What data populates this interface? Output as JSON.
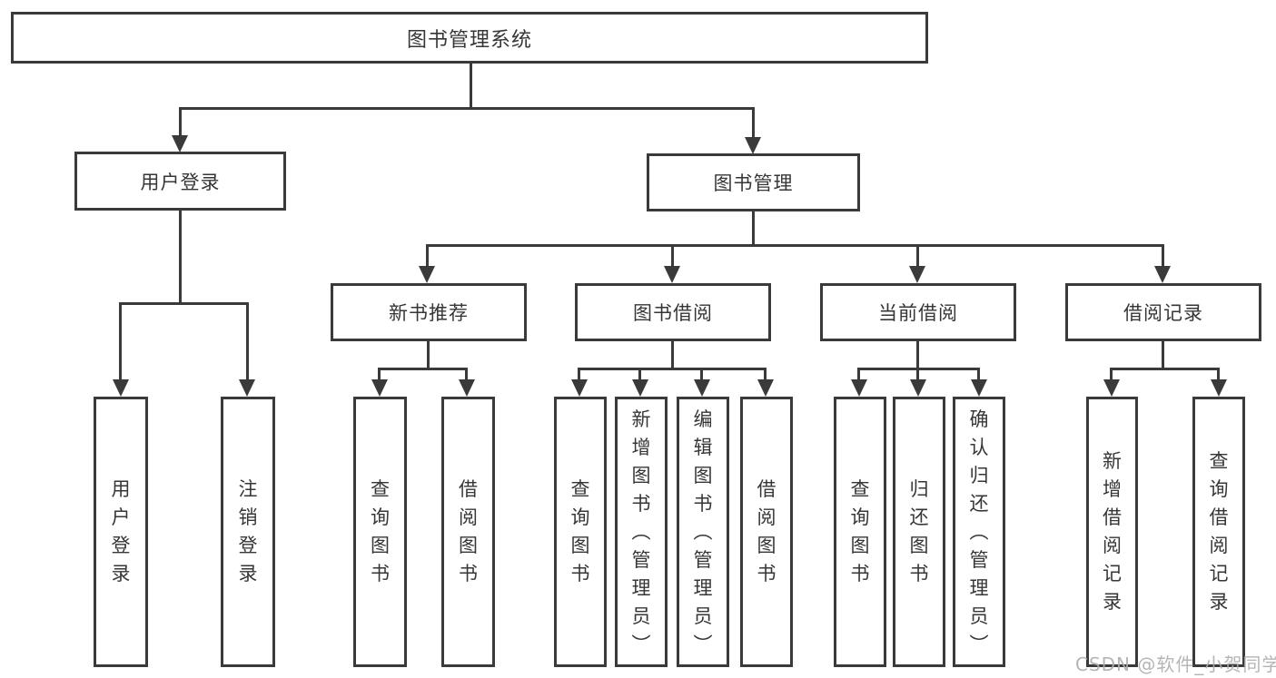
{
  "colors": {
    "line": "#3a3a3a",
    "text": "#363636",
    "bg": "#ffffff",
    "watermark": "#aeaeae"
  },
  "watermark": "CSDN @软件_小贺同学",
  "nodes": {
    "root": {
      "label": "图书管理系统"
    },
    "user_login": {
      "label": "用户登录"
    },
    "book_management": {
      "label": "图书管理"
    },
    "new_book_recommend": {
      "label": "新书推荐"
    },
    "book_borrow": {
      "label": "图书借阅"
    },
    "current_borrow": {
      "label": "当前借阅"
    },
    "borrow_record": {
      "label": "借阅记录"
    },
    "leaf_user_login": {
      "label": "用户登录"
    },
    "leaf_logout": {
      "label": "注销登录"
    },
    "leaf_nb_query_book": {
      "label": "查询图书"
    },
    "leaf_nb_borrow_book": {
      "label": "借阅图书"
    },
    "leaf_bb_query_book": {
      "label": "查询图书"
    },
    "leaf_bb_add_book": {
      "label": "新增图书（管理员）"
    },
    "leaf_bb_edit_book": {
      "label": "编辑图书（管理员）"
    },
    "leaf_bb_borrow_book": {
      "label": "借阅图书"
    },
    "leaf_cb_query_book": {
      "label": "查询图书"
    },
    "leaf_cb_return_book": {
      "label": "归还图书"
    },
    "leaf_cb_confirm_return": {
      "label": "确认归还（管理员）"
    },
    "leaf_br_add_record": {
      "label": "新增借阅记录"
    },
    "leaf_br_query_record": {
      "label": "查询借阅记录"
    }
  }
}
